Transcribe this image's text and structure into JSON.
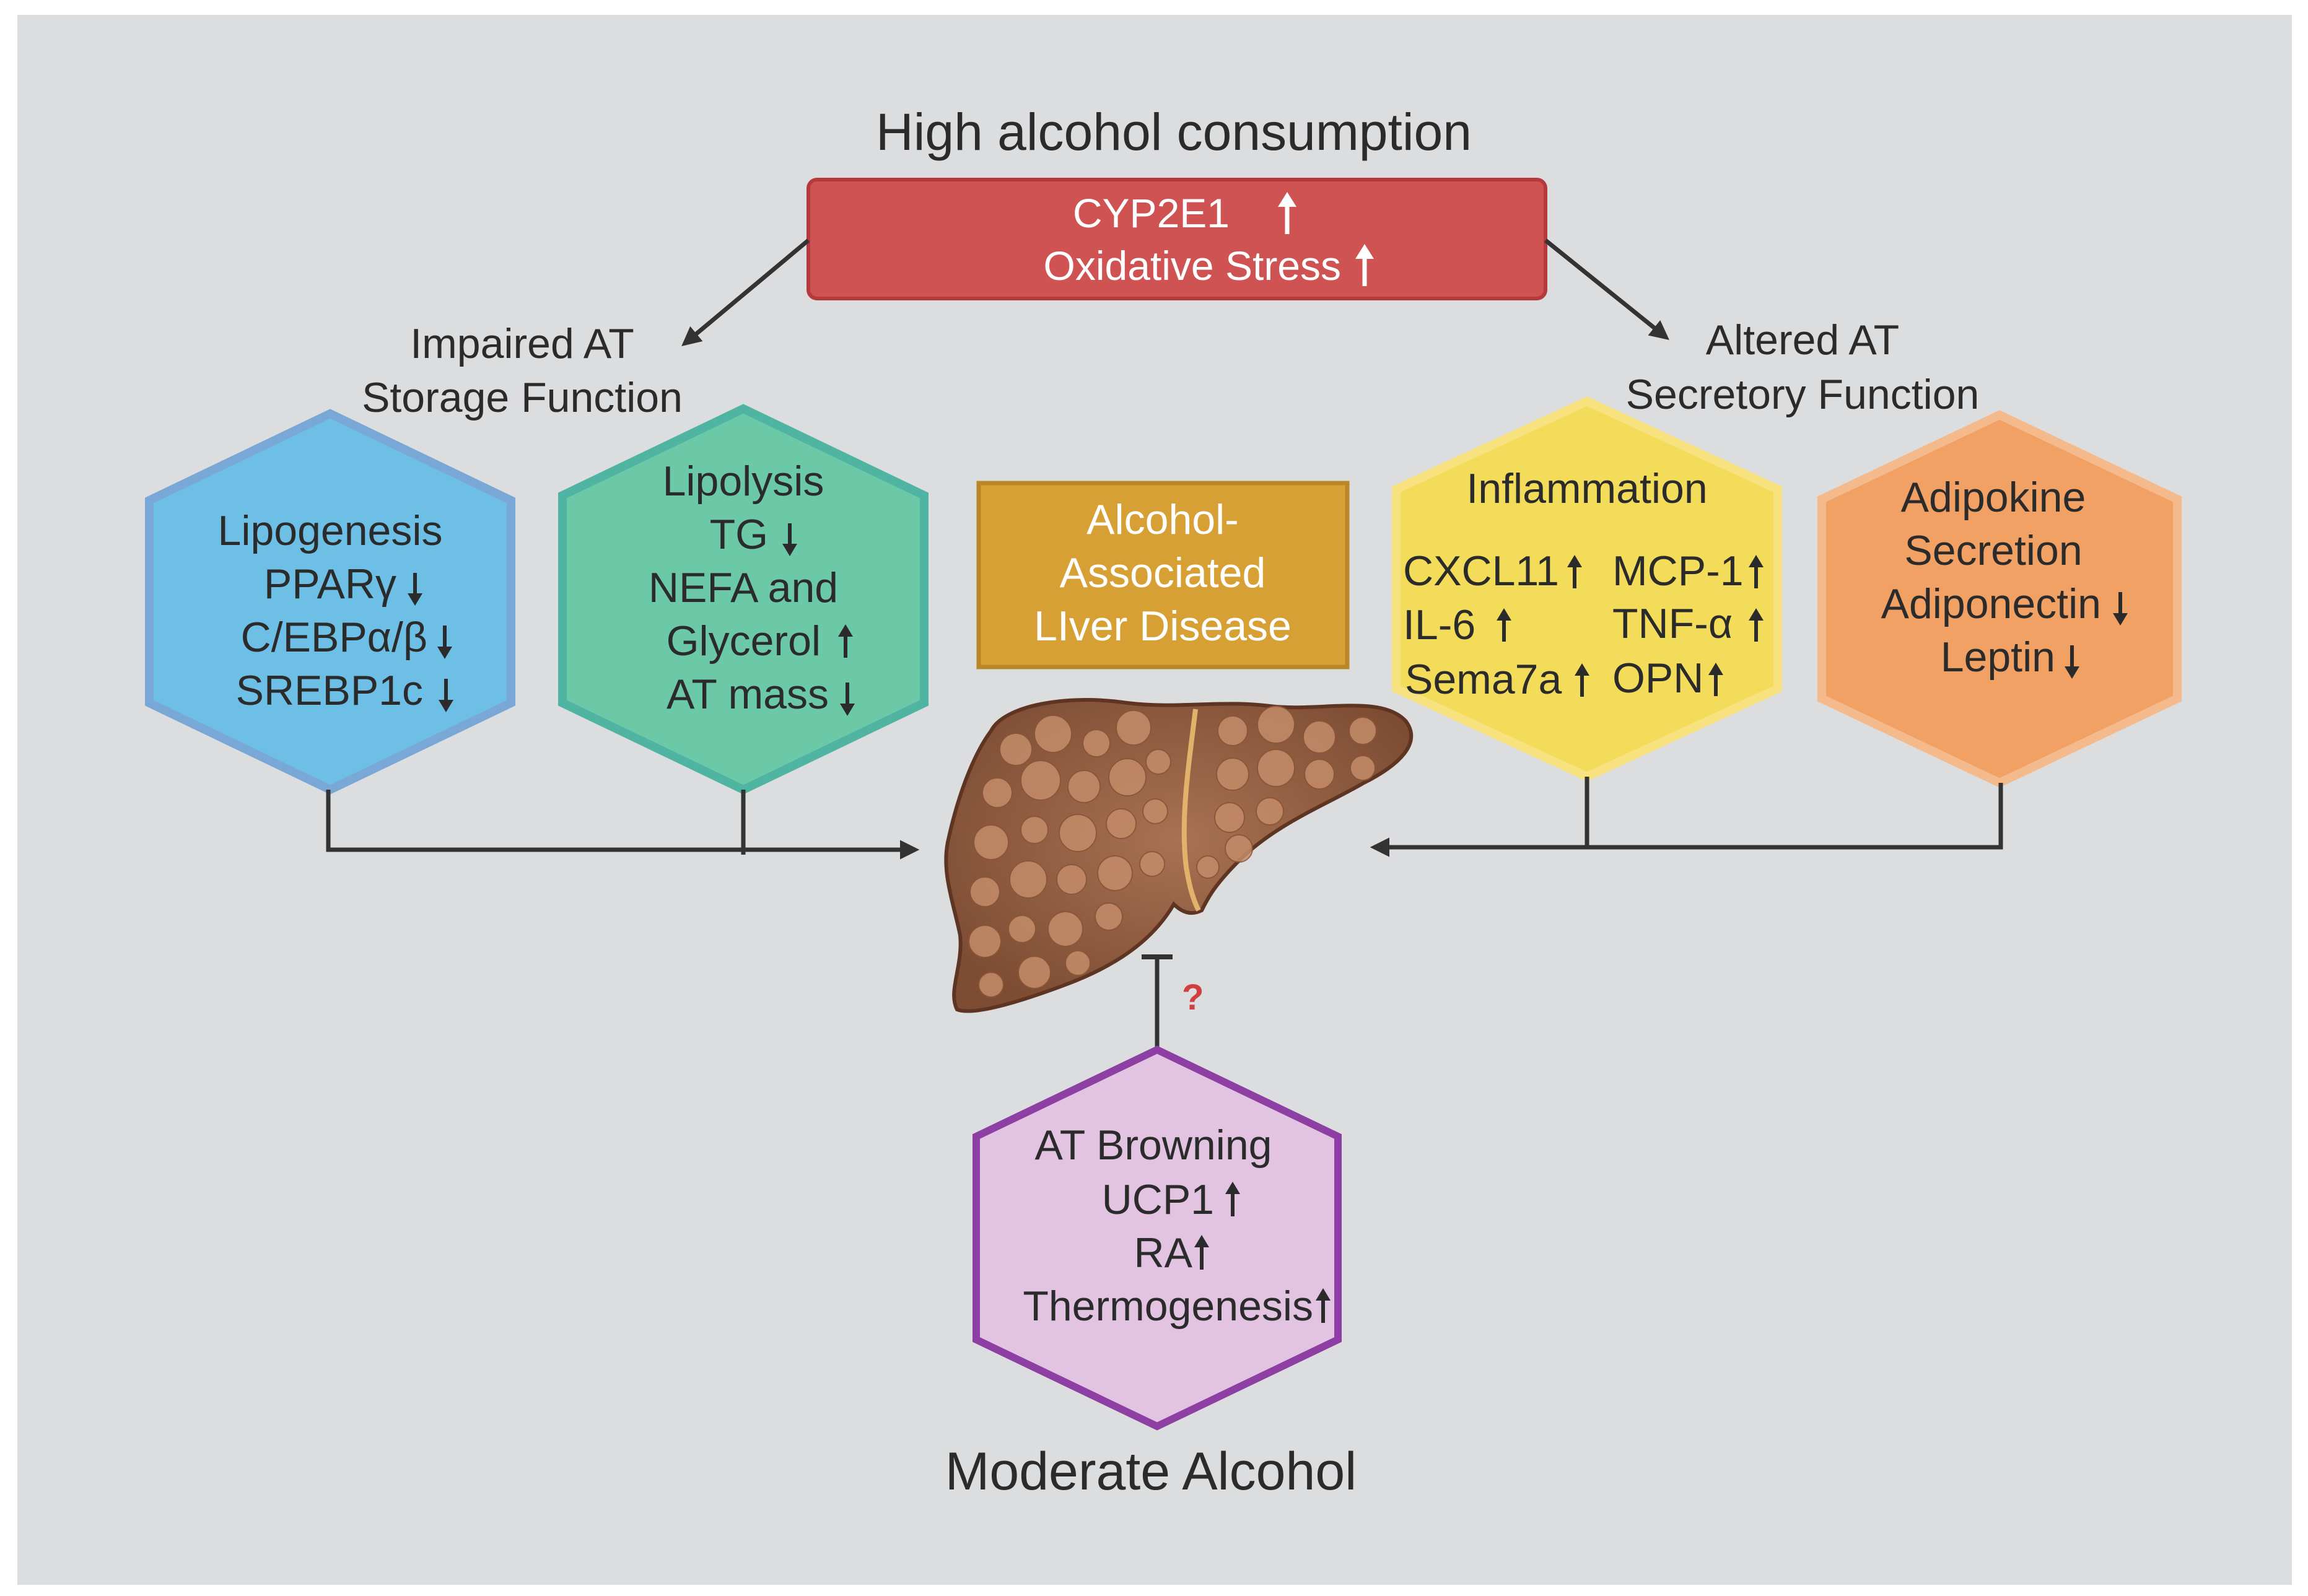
{
  "colors": {
    "background": "#dcdddf",
    "canvas_border": "#ffffff",
    "red_box": "#d05353",
    "red_box_border": "#b53a3e",
    "blue_hex": "#6ebfe6",
    "blue_hex_border": "#7aa8d6",
    "teal_hex": "#6cc9a7",
    "teal_hex_border": "#4fb5a2",
    "gold_box": "#d7a035",
    "gold_box_border": "#b9862a",
    "yellow_hex": "#f4dc5b",
    "yellow_hex_border": "#f7e27f",
    "orange_hex": "#f0a163",
    "orange_hex_border": "#f4ba8c",
    "purple_hex": "#e3c3e2",
    "purple_hex_border": "#8e3fa3",
    "arrow": "#333333",
    "question": "#d04040",
    "liver": "#9c6645"
  },
  "top": {
    "title": "High alcohol consumption",
    "box_line1": "CYP2E1",
    "box_line1_arrow": "up",
    "box_line2": "Oxidative Stress",
    "box_line2_arrow": "up"
  },
  "left_branch": {
    "label_line1": "Impaired AT",
    "label_line2": "Storage Function",
    "lipogenesis": {
      "title": "Lipogenesis",
      "items": [
        {
          "text": "PPARγ",
          "arrow": "down"
        },
        {
          "text": "C/EBPα/β",
          "arrow": "down"
        },
        {
          "text": "SREBP1c",
          "arrow": "down"
        }
      ]
    },
    "lipolysis": {
      "title": "Lipolysis",
      "items": [
        {
          "text": "TG",
          "arrow": "down"
        },
        {
          "text": "NEFA and",
          "arrow": ""
        },
        {
          "text": "Glycerol",
          "arrow": "up"
        },
        {
          "text": "AT mass",
          "arrow": "down"
        }
      ]
    }
  },
  "center": {
    "box_line1": "Alcohol-",
    "box_line2": "Associated",
    "box_line3": "LIver Disease",
    "liver_icon": "liver-icon"
  },
  "right_branch": {
    "label_line1": "Altered AT",
    "label_line2": "Secretory Function",
    "inflammation": {
      "title": "Inflammation",
      "items": [
        {
          "text": "CXCL11",
          "arrow": "up"
        },
        {
          "text": "MCP-1",
          "arrow": "up"
        },
        {
          "text": "IL-6",
          "arrow": "up"
        },
        {
          "text": "TNF-α",
          "arrow": "up"
        },
        {
          "text": "Sema7a",
          "arrow": "up"
        },
        {
          "text": "OPN",
          "arrow": "up"
        }
      ]
    },
    "adipokine": {
      "title_line1": "Adipokine",
      "title_line2": "Secretion",
      "items": [
        {
          "text": "Adiponectin",
          "arrow": "down"
        },
        {
          "text": "Leptin",
          "arrow": "down"
        }
      ]
    }
  },
  "bottom": {
    "question_mark": "?",
    "browning": {
      "title": "AT Browning",
      "items": [
        {
          "text": "UCP1",
          "arrow": "up"
        },
        {
          "text": "RA",
          "arrow": "up"
        },
        {
          "text": "Thermogenesis",
          "arrow": "up"
        }
      ]
    },
    "label": "Moderate Alcohol"
  }
}
